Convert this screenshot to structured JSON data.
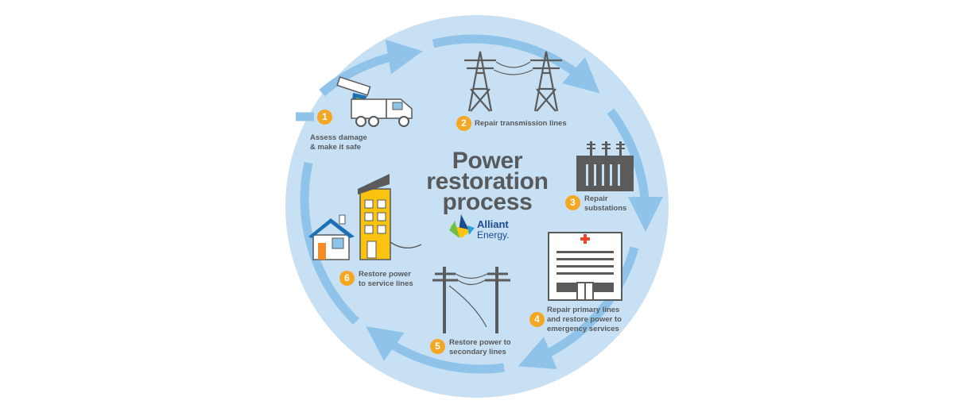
{
  "title": {
    "line1": "Power",
    "line2": "restoration",
    "line3": "process"
  },
  "brand": {
    "line1": "Alliant",
    "line2": "Energy."
  },
  "colors": {
    "circle": "#c7e0f4",
    "arrows": "#8fc3e9",
    "badge": "#f5a623",
    "text": "#58595b",
    "structure": "#5b5b5c",
    "building_yellow": "#f9c30f",
    "house_roof": "#1f6fb5",
    "cross_red": "#e8452c"
  },
  "steps": [
    {
      "number": "1",
      "label_line1": "Assess damage",
      "label_line2": "& make it safe",
      "icon": "bucket-truck-icon"
    },
    {
      "number": "2",
      "label_line1": "Repair transmission lines",
      "label_line2": "",
      "icon": "transmission-towers-icon"
    },
    {
      "number": "3",
      "label_line1": "Repair",
      "label_line2": "substations",
      "icon": "substation-icon"
    },
    {
      "number": "4",
      "label_line1": "Repair primary lines",
      "label_line2": "and restore power to",
      "label_line3": "emergency services",
      "icon": "hospital-icon"
    },
    {
      "number": "5",
      "label_line1": "Restore power to",
      "label_line2": "secondary lines",
      "icon": "utility-poles-icon"
    },
    {
      "number": "6",
      "label_line1": "Restore power",
      "label_line2": "to service lines",
      "icon": "house-and-building-icon"
    }
  ]
}
